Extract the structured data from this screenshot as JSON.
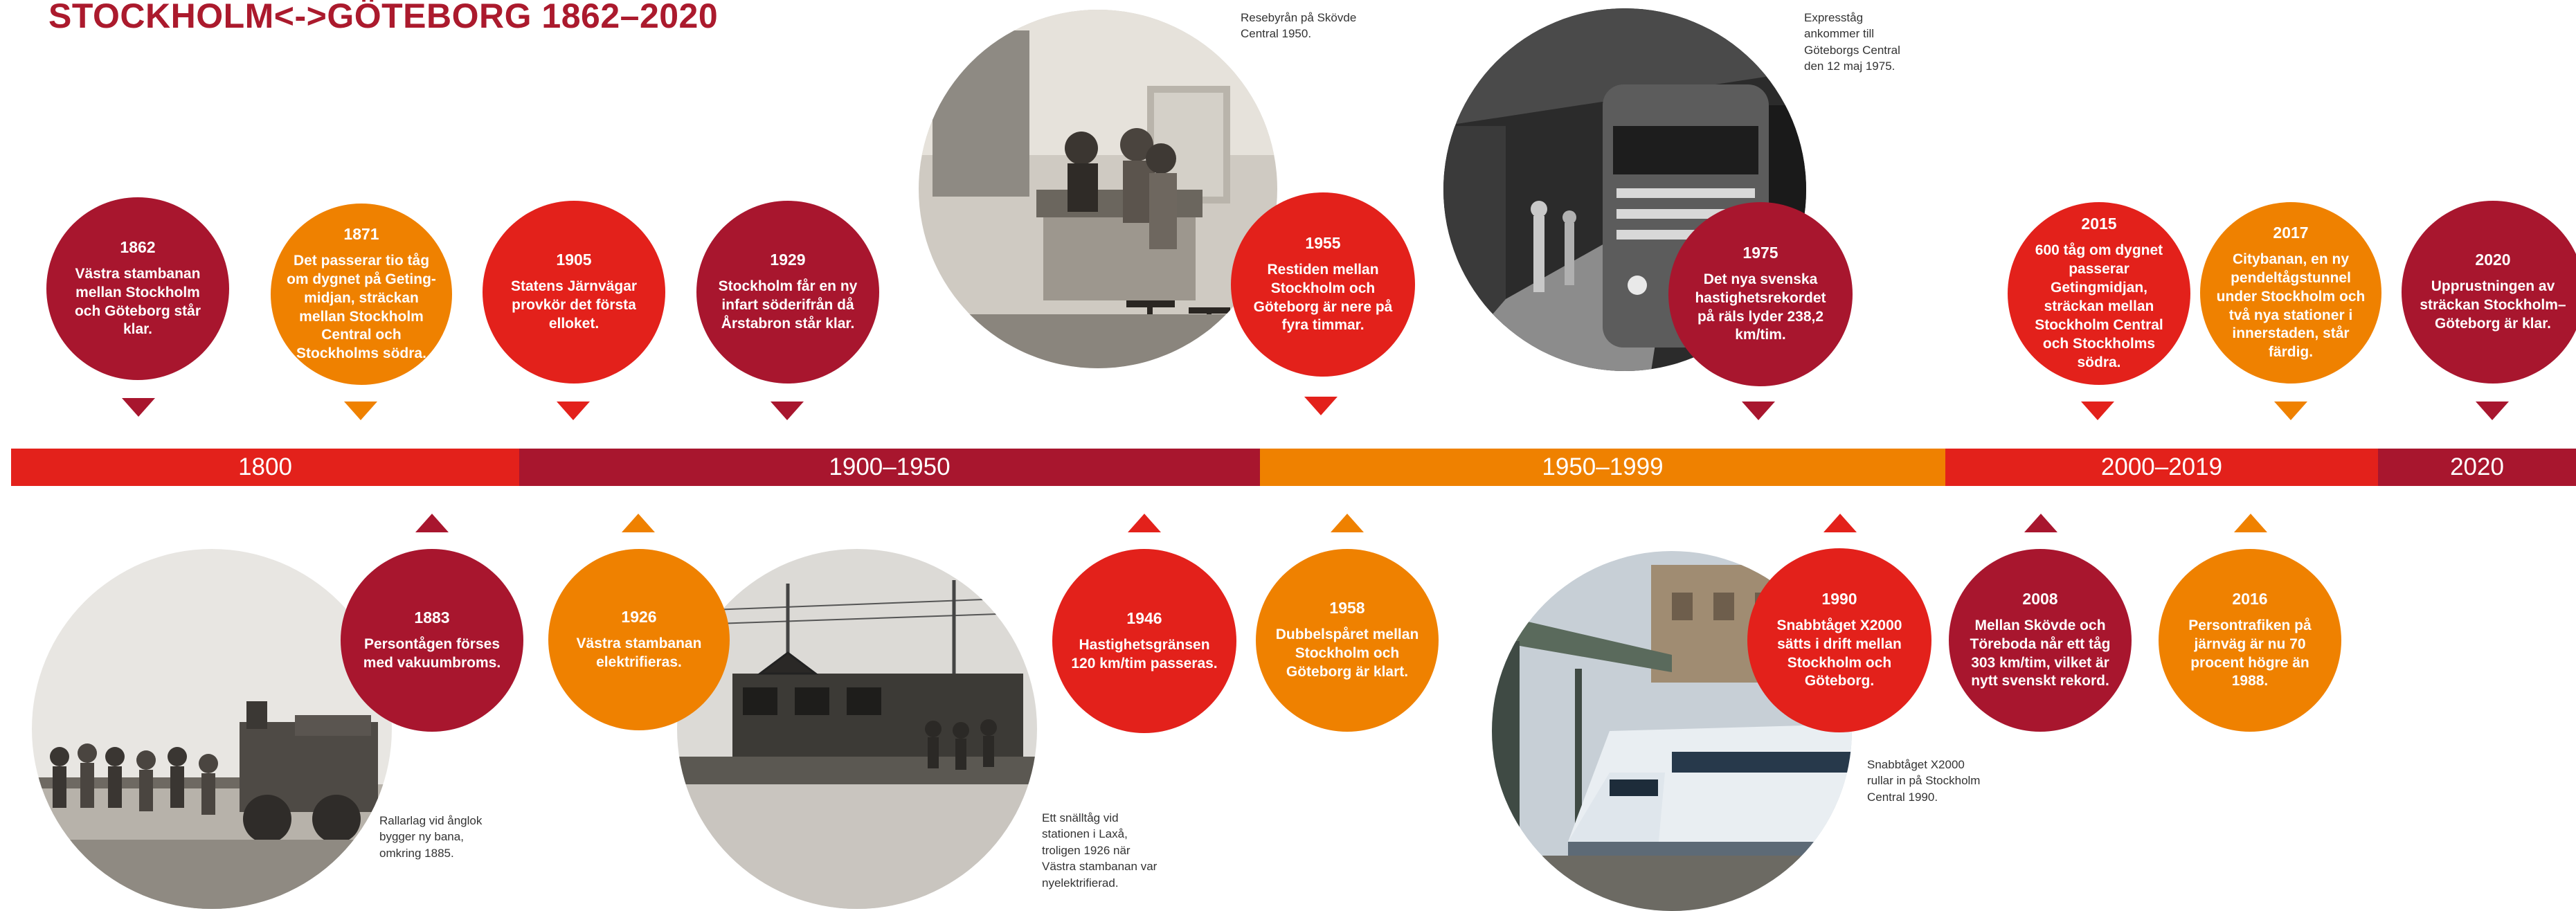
{
  "title": "STOCKHOLM<->GÖTEBORG 1862–2020",
  "colors": {
    "dark_red": "#a8162e",
    "red": "#e3211b",
    "orange": "#ef8100"
  },
  "timeline": {
    "segments": [
      {
        "label": "1800",
        "color": "#e3211b"
      },
      {
        "label": "1900–1950",
        "color": "#a8162e"
      },
      {
        "label": "1950–1999",
        "color": "#ef8100"
      },
      {
        "label": "2000–2019",
        "color": "#e3211b"
      },
      {
        "label": "2020",
        "color": "#a8162e"
      }
    ]
  },
  "events_top": [
    {
      "year": "1862",
      "text": "Västra stambanan mellan Stockholm och Göteborg står klar."
    },
    {
      "year": "1871",
      "text": "Det passerar tio tåg om dygnet på Geting-midjan, sträckan mellan Stockholm Central och Stockholms södra."
    },
    {
      "year": "1905",
      "text": "Statens Järnvägar provkör det första elloket."
    },
    {
      "year": "1929",
      "text": "Stockholm får en ny infart söderifrån då Årstabron står klar."
    },
    {
      "year": "1955",
      "text": "Restiden mellan Stockholm och Göteborg är nere på fyra timmar."
    },
    {
      "year": "1975",
      "text": "Det nya svenska hastighetsrekordet på räls lyder 238,2 km/tim."
    },
    {
      "year": "2015",
      "text": "600 tåg om dygnet passerar Getingmidjan, sträckan mellan Stockholm Central och Stockholms södra."
    },
    {
      "year": "2017",
      "text": "Citybanan, en ny pendeltågstunnel under Stockholm och två nya stationer i innerstaden, står färdig."
    },
    {
      "year": "2020",
      "text": "Upprustningen av sträckan Stockholm–Göteborg är klar."
    }
  ],
  "events_bottom": [
    {
      "year": "1883",
      "text": "Persontågen förses med vakuumbroms."
    },
    {
      "year": "1926",
      "text": "Västra stambanan elektrifieras."
    },
    {
      "year": "1946",
      "text": "Hastighetsgränsen 120 km/tim passeras."
    },
    {
      "year": "1958",
      "text": "Dubbelspåret mellan Stockholm och Göteborg är klart."
    },
    {
      "year": "1990",
      "text": "Snabbtåget X2000 sätts i drift mellan Stockholm och Göteborg."
    },
    {
      "year": "2008",
      "text": "Mellan Skövde och Töreboda når ett tåg 303 km/tim, vilket är nytt svenskt rekord."
    },
    {
      "year": "2016",
      "text": "Persontrafiken på järnväg är nu 70 procent högre än 1988."
    }
  ],
  "captions": {
    "skovde": "Resebyrån på Skövde Central 1950.",
    "goteborg": "Expresståg ankommer till Göteborgs Central den 12 maj 1975.",
    "rallarlag": "Rallarlag vid ånglok bygger ny bana, omkring 1885.",
    "laxa": "Ett snälltåg vid stationen i Laxå, troligen 1926 när Västra stambanan var nyelektrifierad.",
    "x2000": "Snabbtåget X2000 rullar in på Stockholm Central 1990."
  }
}
